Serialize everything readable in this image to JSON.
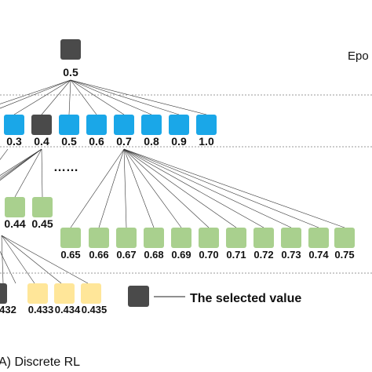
{
  "colors": {
    "selected": "#4a4a4a",
    "level1": "#1aa7e8",
    "level2": "#a9d08e",
    "level3": "#ffe699",
    "edge": "#333333",
    "separator": "#9a9a9a"
  },
  "header": {
    "epoch_label_fragment": "Epo"
  },
  "root": {
    "label": "0.5"
  },
  "level1": {
    "labels": [
      "0.3",
      "0.4",
      "0.5",
      "0.6",
      "0.7",
      "0.8",
      "0.9",
      "1.0"
    ],
    "selected_index": 1
  },
  "level2_left": {
    "labels": [
      "0.44",
      "0.45"
    ]
  },
  "ellipsis": "……",
  "level2_right": {
    "labels": [
      "0.65",
      "0.66",
      "0.67",
      "0.68",
      "0.69",
      "0.70",
      "0.71",
      "0.72",
      "0.73",
      "0.74",
      "0.75"
    ]
  },
  "level3": {
    "labels": [
      "432",
      "0.433",
      "0.434",
      "0.435"
    ],
    "selected_index": 0
  },
  "legend": {
    "text": "The selected value"
  },
  "caption": "A) Discrete RL"
}
